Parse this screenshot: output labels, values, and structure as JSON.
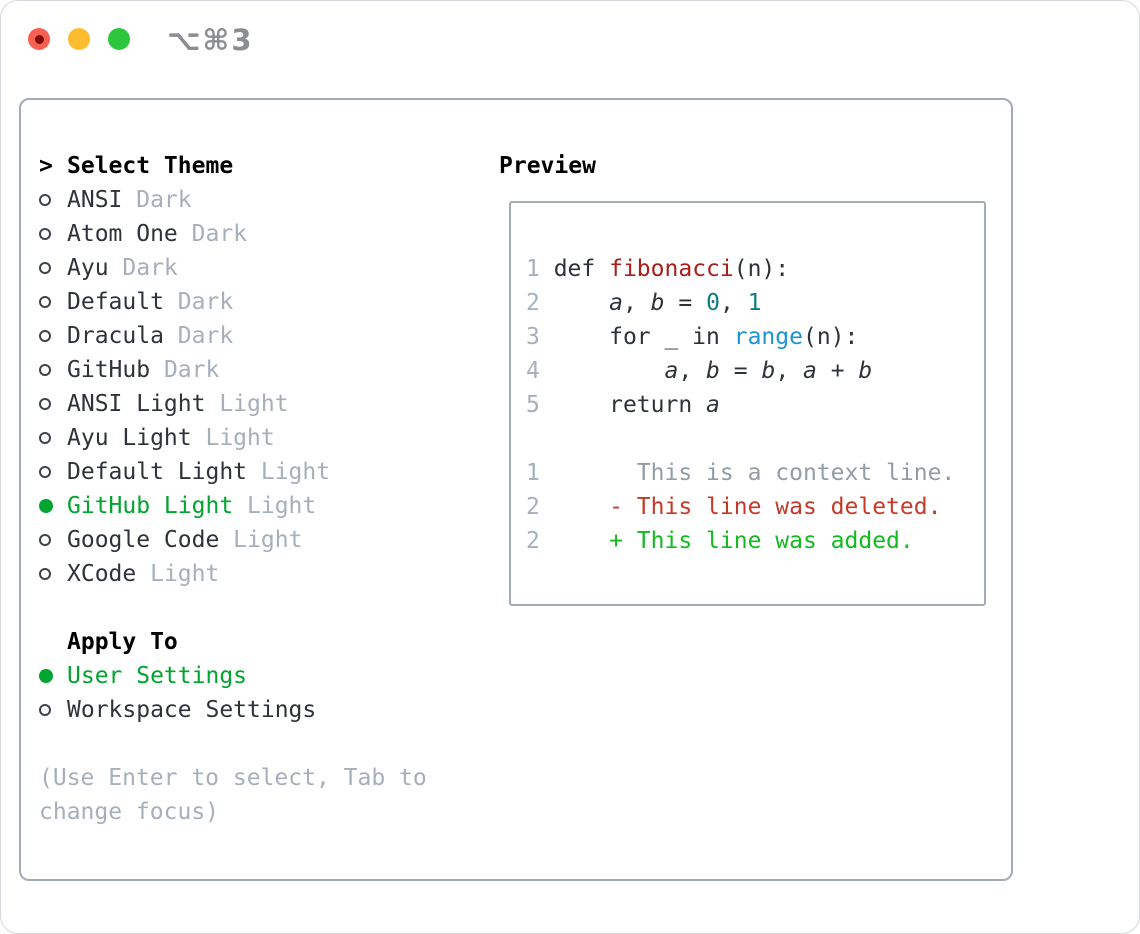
{
  "window": {
    "shortcut": "⌥⌘3",
    "traffic_lights": [
      {
        "name": "close-button",
        "color": "#f75f52"
      },
      {
        "name": "minimize-button",
        "color": "#fcbc2e"
      },
      {
        "name": "zoom-button",
        "color": "#2ec63f"
      }
    ]
  },
  "theme_selector": {
    "title_prefix": ">",
    "title": "Select Theme",
    "items": [
      {
        "label": "ANSI",
        "variant": "Dark",
        "selected": false
      },
      {
        "label": "Atom One",
        "variant": "Dark",
        "selected": false
      },
      {
        "label": "Ayu",
        "variant": "Dark",
        "selected": false
      },
      {
        "label": "Default",
        "variant": "Dark",
        "selected": false
      },
      {
        "label": "Dracula",
        "variant": "Dark",
        "selected": false
      },
      {
        "label": "GitHub",
        "variant": "Dark",
        "selected": false
      },
      {
        "label": "ANSI Light",
        "variant": "Light",
        "selected": false
      },
      {
        "label": "Ayu Light",
        "variant": "Light",
        "selected": false
      },
      {
        "label": "Default Light",
        "variant": "Light",
        "selected": false
      },
      {
        "label": "GitHub Light",
        "variant": "Light",
        "selected": true
      },
      {
        "label": "Google Code",
        "variant": "Light",
        "selected": false
      },
      {
        "label": "XCode",
        "variant": "Light",
        "selected": false
      }
    ],
    "apply_to": {
      "title": "Apply To",
      "options": [
        {
          "label": "User Settings",
          "selected": true
        },
        {
          "label": "Workspace Settings",
          "selected": false
        }
      ]
    },
    "hint": "(Use Enter to select, Tab to change focus)"
  },
  "preview": {
    "title": "Preview",
    "lines": [
      {
        "ln": "1",
        "tokens": [
          [
            "code",
            " def "
          ],
          [
            "func",
            "fibonacci"
          ],
          [
            "code",
            "(n):"
          ]
        ]
      },
      {
        "ln": "2",
        "tokens": [
          [
            "code",
            "     "
          ],
          [
            "var",
            "a"
          ],
          [
            "code",
            ", "
          ],
          [
            "var",
            "b"
          ],
          [
            "code",
            " = "
          ],
          [
            "numlit",
            "0"
          ],
          [
            "code",
            ", "
          ],
          [
            "numlit",
            "1"
          ]
        ]
      },
      {
        "ln": "3",
        "tokens": [
          [
            "code",
            "     for _ in "
          ],
          [
            "blue",
            "range"
          ],
          [
            "code",
            "(n):"
          ]
        ]
      },
      {
        "ln": "4",
        "tokens": [
          [
            "code",
            "         "
          ],
          [
            "var",
            "a"
          ],
          [
            "code",
            ", "
          ],
          [
            "var",
            "b"
          ],
          [
            "code",
            " = "
          ],
          [
            "var",
            "b"
          ],
          [
            "code",
            ", "
          ],
          [
            "var",
            "a"
          ],
          [
            "code",
            " + "
          ],
          [
            "var",
            "b"
          ]
        ]
      },
      {
        "ln": "5",
        "tokens": [
          [
            "code",
            "     return "
          ],
          [
            "var",
            "a"
          ]
        ]
      },
      {
        "ln": "",
        "tokens": []
      },
      {
        "ln": "1",
        "tokens": [
          [
            "ctx",
            "       This is a context line."
          ]
        ]
      },
      {
        "ln": "2",
        "tokens": [
          [
            "del",
            "     - This line was deleted."
          ]
        ]
      },
      {
        "ln": "2",
        "tokens": [
          [
            "add",
            "     + This line was added."
          ]
        ]
      }
    ]
  },
  "colors": {
    "selection_green": "#00a42f",
    "added_green": "#12bb1e",
    "deleted_red": "#c43a28",
    "function_red": "#a8201a",
    "number_teal": "#0f7c80",
    "builtin_blue": "#1b95d1",
    "dim_gray": "#a6afba",
    "text_dark": "#2d3339",
    "border_gray": "#a4abb5"
  }
}
